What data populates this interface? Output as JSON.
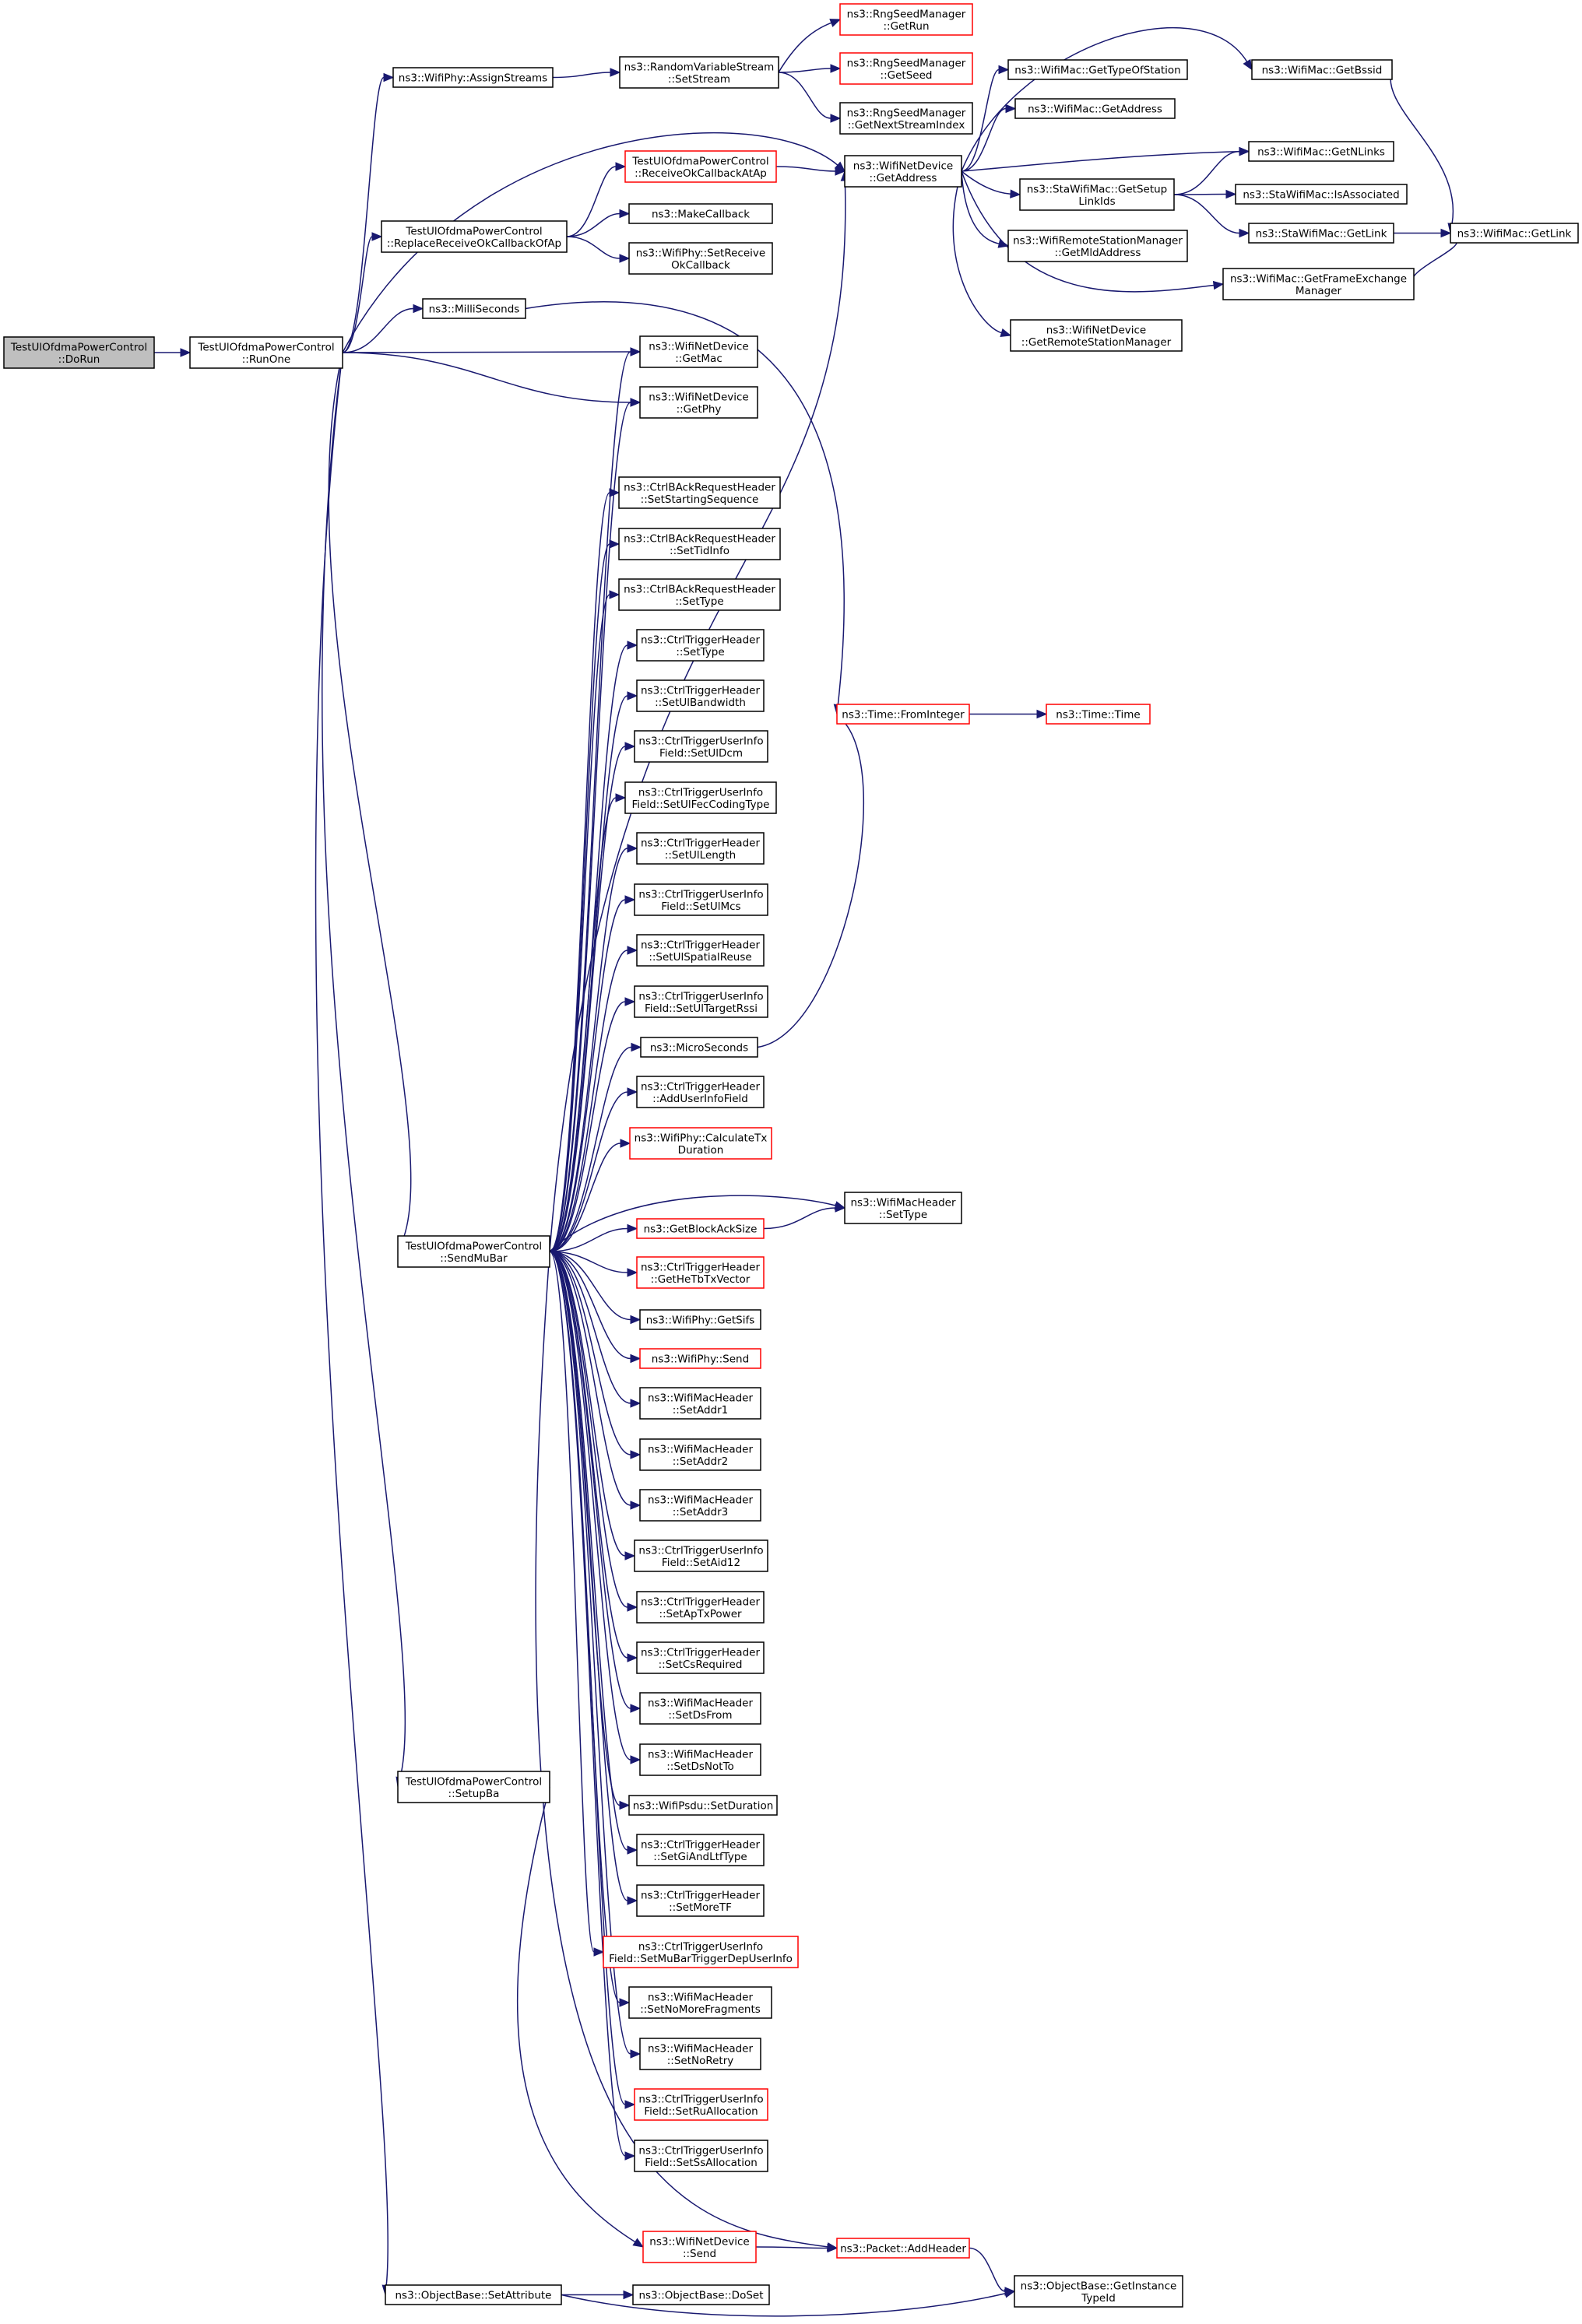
{
  "colors": {
    "edge": "#191970",
    "normal_border": "#000000",
    "red_border": "#ff0000",
    "start_fill": "#bfbfbf",
    "background": "#ffffff"
  },
  "nodes": [
    {
      "id": "doRun",
      "lines": [
        "TestUlOfdmaPowerControl",
        "::DoRun"
      ],
      "style": "start"
    },
    {
      "id": "runOne",
      "lines": [
        "TestUlOfdmaPowerControl",
        "::RunOne"
      ],
      "style": "normal"
    },
    {
      "id": "assignStreams",
      "lines": [
        "ns3::WifiPhy::AssignStreams"
      ],
      "style": "normal"
    },
    {
      "id": "replaceRecv",
      "lines": [
        "TestUlOfdmaPowerControl",
        "::ReplaceReceiveOkCallbackOfAp"
      ],
      "style": "normal"
    },
    {
      "id": "milliSeconds",
      "lines": [
        "ns3::MilliSeconds"
      ],
      "style": "normal"
    },
    {
      "id": "sendMuBar",
      "lines": [
        "TestUlOfdmaPowerControl",
        "::SendMuBar"
      ],
      "style": "normal"
    },
    {
      "id": "setupBa",
      "lines": [
        "TestUlOfdmaPowerControl",
        "::SetupBa"
      ],
      "style": "normal"
    },
    {
      "id": "setAttribute",
      "lines": [
        "ns3::ObjectBase::SetAttribute"
      ],
      "style": "normal"
    },
    {
      "id": "rvsSetStream",
      "lines": [
        "ns3::RandomVariableStream",
        "::SetStream"
      ],
      "style": "normal"
    },
    {
      "id": "rngGetRun",
      "lines": [
        "ns3::RngSeedManager",
        "::GetRun"
      ],
      "style": "red"
    },
    {
      "id": "rngGetSeed",
      "lines": [
        "ns3::RngSeedManager",
        "::GetSeed"
      ],
      "style": "red"
    },
    {
      "id": "rngNextStream",
      "lines": [
        "ns3::RngSeedManager",
        "::GetNextStreamIndex"
      ],
      "style": "normal"
    },
    {
      "id": "recvOkAtAp",
      "lines": [
        "TestUlOfdmaPowerControl",
        "::ReceiveOkCallbackAtAp"
      ],
      "style": "red"
    },
    {
      "id": "makeCallback",
      "lines": [
        "ns3::MakeCallback"
      ],
      "style": "normal"
    },
    {
      "id": "setRecvOk",
      "lines": [
        "ns3::WifiPhy::SetReceive",
        "OkCallback"
      ],
      "style": "normal"
    },
    {
      "id": "getMac",
      "lines": [
        "ns3::WifiNetDevice",
        "::GetMac"
      ],
      "style": "normal"
    },
    {
      "id": "getPhy",
      "lines": [
        "ns3::WifiNetDevice",
        "::GetPhy"
      ],
      "style": "normal"
    },
    {
      "id": "barStartSeq",
      "lines": [
        "ns3::CtrlBAckRequestHeader",
        "::SetStartingSequence"
      ],
      "style": "normal"
    },
    {
      "id": "barTidInfo",
      "lines": [
        "ns3::CtrlBAckRequestHeader",
        "::SetTidInfo"
      ],
      "style": "normal"
    },
    {
      "id": "barSetType",
      "lines": [
        "ns3::CtrlBAckRequestHeader",
        "::SetType"
      ],
      "style": "normal"
    },
    {
      "id": "trgSetType",
      "lines": [
        "ns3::CtrlTriggerHeader",
        "::SetType"
      ],
      "style": "normal"
    },
    {
      "id": "trgUlBw",
      "lines": [
        "ns3::CtrlTriggerHeader",
        "::SetUlBandwidth"
      ],
      "style": "normal"
    },
    {
      "id": "uiUlDcm",
      "lines": [
        "ns3::CtrlTriggerUserInfo",
        "Field::SetUlDcm"
      ],
      "style": "normal"
    },
    {
      "id": "uiUlFec",
      "lines": [
        "ns3::CtrlTriggerUserInfo",
        "Field::SetUlFecCodingType"
      ],
      "style": "normal"
    },
    {
      "id": "trgUlLen",
      "lines": [
        "ns3::CtrlTriggerHeader",
        "::SetUlLength"
      ],
      "style": "normal"
    },
    {
      "id": "uiUlMcs",
      "lines": [
        "ns3::CtrlTriggerUserInfo",
        "Field::SetUlMcs"
      ],
      "style": "normal"
    },
    {
      "id": "trgUlSr",
      "lines": [
        "ns3::CtrlTriggerHeader",
        "::SetUlSpatialReuse"
      ],
      "style": "normal"
    },
    {
      "id": "uiUlRssi",
      "lines": [
        "ns3::CtrlTriggerUserInfo",
        "Field::SetUlTargetRssi"
      ],
      "style": "normal"
    },
    {
      "id": "microSeconds",
      "lines": [
        "ns3::MicroSeconds"
      ],
      "style": "normal"
    },
    {
      "id": "trgAddUi",
      "lines": [
        "ns3::CtrlTriggerHeader",
        "::AddUserInfoField"
      ],
      "style": "normal"
    },
    {
      "id": "calcTxDur",
      "lines": [
        "ns3::WifiPhy::CalculateTx",
        "Duration"
      ],
      "style": "red"
    },
    {
      "id": "getBaSize",
      "lines": [
        "ns3::GetBlockAckSize"
      ],
      "style": "red"
    },
    {
      "id": "getHeTb",
      "lines": [
        "ns3::CtrlTriggerHeader",
        "::GetHeTbTxVector"
      ],
      "style": "red"
    },
    {
      "id": "getSifs",
      "lines": [
        "ns3::WifiPhy::GetSifs"
      ],
      "style": "normal"
    },
    {
      "id": "phySend",
      "lines": [
        "ns3::WifiPhy::Send"
      ],
      "style": "red"
    },
    {
      "id": "setAddr1",
      "lines": [
        "ns3::WifiMacHeader",
        "::SetAddr1"
      ],
      "style": "normal"
    },
    {
      "id": "setAddr2",
      "lines": [
        "ns3::WifiMacHeader",
        "::SetAddr2"
      ],
      "style": "normal"
    },
    {
      "id": "setAddr3",
      "lines": [
        "ns3::WifiMacHeader",
        "::SetAddr3"
      ],
      "style": "normal"
    },
    {
      "id": "uiAid12",
      "lines": [
        "ns3::CtrlTriggerUserInfo",
        "Field::SetAid12"
      ],
      "style": "normal"
    },
    {
      "id": "trgApTx",
      "lines": [
        "ns3::CtrlTriggerHeader",
        "::SetApTxPower"
      ],
      "style": "normal"
    },
    {
      "id": "trgCs",
      "lines": [
        "ns3::CtrlTriggerHeader",
        "::SetCsRequired"
      ],
      "style": "normal"
    },
    {
      "id": "dsFrom",
      "lines": [
        "ns3::WifiMacHeader",
        "::SetDsFrom"
      ],
      "style": "normal"
    },
    {
      "id": "dsNotTo",
      "lines": [
        "ns3::WifiMacHeader",
        "::SetDsNotTo"
      ],
      "style": "normal"
    },
    {
      "id": "psduDur",
      "lines": [
        "ns3::WifiPsdu::SetDuration"
      ],
      "style": "normal"
    },
    {
      "id": "trgGiLtf",
      "lines": [
        "ns3::CtrlTriggerHeader",
        "::SetGiAndLtfType"
      ],
      "style": "normal"
    },
    {
      "id": "trgMoreTf",
      "lines": [
        "ns3::CtrlTriggerHeader",
        "::SetMoreTF"
      ],
      "style": "normal"
    },
    {
      "id": "uiMuBar",
      "lines": [
        "ns3::CtrlTriggerUserInfo",
        "Field::SetMuBarTriggerDepUserInfo"
      ],
      "style": "red"
    },
    {
      "id": "noMoreFrag",
      "lines": [
        "ns3::WifiMacHeader",
        "::SetNoMoreFragments"
      ],
      "style": "normal"
    },
    {
      "id": "noRetry",
      "lines": [
        "ns3::WifiMacHeader",
        "::SetNoRetry"
      ],
      "style": "normal"
    },
    {
      "id": "uiRuAlloc",
      "lines": [
        "ns3::CtrlTriggerUserInfo",
        "Field::SetRuAllocation"
      ],
      "style": "red"
    },
    {
      "id": "uiSsAlloc",
      "lines": [
        "ns3::CtrlTriggerUserInfo",
        "Field::SetSsAllocation"
      ],
      "style": "normal"
    },
    {
      "id": "devSend",
      "lines": [
        "ns3::WifiNetDevice",
        "::Send"
      ],
      "style": "red"
    },
    {
      "id": "doSet",
      "lines": [
        "ns3::ObjectBase::DoSet"
      ],
      "style": "normal"
    },
    {
      "id": "getAddress",
      "lines": [
        "ns3::WifiNetDevice",
        "::GetAddress"
      ],
      "style": "normal"
    },
    {
      "id": "fromInteger",
      "lines": [
        "ns3::Time::FromInteger"
      ],
      "style": "red"
    },
    {
      "id": "macHdrSetType",
      "lines": [
        "ns3::WifiMacHeader",
        "::SetType"
      ],
      "style": "normal"
    },
    {
      "id": "addHeader",
      "lines": [
        "ns3::Packet::AddHeader"
      ],
      "style": "red"
    },
    {
      "id": "getInstTid",
      "lines": [
        "ns3::ObjectBase::GetInstance",
        "TypeId"
      ],
      "style": "normal"
    },
    {
      "id": "getTypeOfSta",
      "lines": [
        "ns3::WifiMac::GetTypeOfStation"
      ],
      "style": "normal"
    },
    {
      "id": "macGetAddr",
      "lines": [
        "ns3::WifiMac::GetAddress"
      ],
      "style": "normal"
    },
    {
      "id": "staSetupLinks",
      "lines": [
        "ns3::StaWifiMac::GetSetup",
        "LinkIds"
      ],
      "style": "normal"
    },
    {
      "id": "remoteMld",
      "lines": [
        "ns3::WifiRemoteStationManager",
        "::GetMldAddress"
      ],
      "style": "normal"
    },
    {
      "id": "getRsm",
      "lines": [
        "ns3::WifiNetDevice",
        "::GetRemoteStationManager"
      ],
      "style": "normal"
    },
    {
      "id": "timeTime",
      "lines": [
        "ns3::Time::Time"
      ],
      "style": "red"
    },
    {
      "id": "getBssid",
      "lines": [
        "ns3::WifiMac::GetBssid"
      ],
      "style": "normal"
    },
    {
      "id": "getNLinks",
      "lines": [
        "ns3::WifiMac::GetNLinks"
      ],
      "style": "normal"
    },
    {
      "id": "isAssoc",
      "lines": [
        "ns3::StaWifiMac::IsAssociated"
      ],
      "style": "normal"
    },
    {
      "id": "staGetLink",
      "lines": [
        "ns3::StaWifiMac::GetLink"
      ],
      "style": "normal"
    },
    {
      "id": "getFem",
      "lines": [
        "ns3::WifiMac::GetFrameExchange",
        "Manager"
      ],
      "style": "normal"
    },
    {
      "id": "macGetLink",
      "lines": [
        "ns3::WifiMac::GetLink"
      ],
      "style": "normal"
    }
  ],
  "edges": [
    [
      "doRun",
      "runOne"
    ],
    [
      "runOne",
      "assignStreams"
    ],
    [
      "runOne",
      "getAddress"
    ],
    [
      "runOne",
      "replaceRecv"
    ],
    [
      "runOne",
      "milliSeconds"
    ],
    [
      "runOne",
      "getMac"
    ],
    [
      "runOne",
      "getPhy"
    ],
    [
      "runOne",
      "sendMuBar"
    ],
    [
      "runOne",
      "setupBa"
    ],
    [
      "runOne",
      "setAttribute"
    ],
    [
      "assignStreams",
      "rvsSetStream"
    ],
    [
      "rvsSetStream",
      "rngGetRun"
    ],
    [
      "rvsSetStream",
      "rngGetSeed"
    ],
    [
      "rvsSetStream",
      "rngNextStream"
    ],
    [
      "replaceRecv",
      "recvOkAtAp"
    ],
    [
      "replaceRecv",
      "makeCallback"
    ],
    [
      "replaceRecv",
      "setRecvOk"
    ],
    [
      "recvOkAtAp",
      "getAddress"
    ],
    [
      "milliSeconds",
      "fromInteger"
    ],
    [
      "sendMuBar",
      "getAddress"
    ],
    [
      "sendMuBar",
      "getMac"
    ],
    [
      "sendMuBar",
      "getPhy"
    ],
    [
      "sendMuBar",
      "barStartSeq"
    ],
    [
      "sendMuBar",
      "barTidInfo"
    ],
    [
      "sendMuBar",
      "barSetType"
    ],
    [
      "sendMuBar",
      "trgSetType"
    ],
    [
      "sendMuBar",
      "trgUlBw"
    ],
    [
      "sendMuBar",
      "uiUlDcm"
    ],
    [
      "sendMuBar",
      "uiUlFec"
    ],
    [
      "sendMuBar",
      "trgUlLen"
    ],
    [
      "sendMuBar",
      "uiUlMcs"
    ],
    [
      "sendMuBar",
      "trgUlSr"
    ],
    [
      "sendMuBar",
      "uiUlRssi"
    ],
    [
      "sendMuBar",
      "microSeconds"
    ],
    [
      "sendMuBar",
      "trgAddUi"
    ],
    [
      "sendMuBar",
      "calcTxDur"
    ],
    [
      "sendMuBar",
      "macHdrSetType"
    ],
    [
      "sendMuBar",
      "getBaSize"
    ],
    [
      "sendMuBar",
      "getHeTb"
    ],
    [
      "sendMuBar",
      "getSifs"
    ],
    [
      "sendMuBar",
      "phySend"
    ],
    [
      "sendMuBar",
      "setAddr1"
    ],
    [
      "sendMuBar",
      "setAddr2"
    ],
    [
      "sendMuBar",
      "setAddr3"
    ],
    [
      "sendMuBar",
      "uiAid12"
    ],
    [
      "sendMuBar",
      "trgApTx"
    ],
    [
      "sendMuBar",
      "trgCs"
    ],
    [
      "sendMuBar",
      "dsFrom"
    ],
    [
      "sendMuBar",
      "dsNotTo"
    ],
    [
      "sendMuBar",
      "psduDur"
    ],
    [
      "sendMuBar",
      "trgGiLtf"
    ],
    [
      "sendMuBar",
      "trgMoreTf"
    ],
    [
      "sendMuBar",
      "uiMuBar"
    ],
    [
      "sendMuBar",
      "noMoreFrag"
    ],
    [
      "sendMuBar",
      "noRetry"
    ],
    [
      "sendMuBar",
      "uiRuAlloc"
    ],
    [
      "sendMuBar",
      "uiSsAlloc"
    ],
    [
      "sendMuBar",
      "addHeader"
    ],
    [
      "microSeconds",
      "fromInteger"
    ],
    [
      "getBaSize",
      "macHdrSetType"
    ],
    [
      "setupBa",
      "devSend"
    ],
    [
      "devSend",
      "addHeader"
    ],
    [
      "addHeader",
      "getInstTid"
    ],
    [
      "setAttribute",
      "doSet"
    ],
    [
      "setAttribute",
      "getInstTid"
    ],
    [
      "fromInteger",
      "timeTime"
    ],
    [
      "getAddress",
      "getTypeOfSta"
    ],
    [
      "getAddress",
      "macGetAddr"
    ],
    [
      "getAddress",
      "staSetupLinks"
    ],
    [
      "getAddress",
      "remoteMld"
    ],
    [
      "getAddress",
      "getRsm"
    ],
    [
      "getAddress",
      "getBssid"
    ],
    [
      "getAddress",
      "getNLinks"
    ],
    [
      "getAddress",
      "getFem"
    ],
    [
      "staSetupLinks",
      "getNLinks"
    ],
    [
      "staSetupLinks",
      "isAssoc"
    ],
    [
      "staSetupLinks",
      "staGetLink"
    ],
    [
      "staGetLink",
      "macGetLink"
    ],
    [
      "getBssid",
      "macGetLink"
    ],
    [
      "getFem",
      "macGetLink"
    ]
  ]
}
